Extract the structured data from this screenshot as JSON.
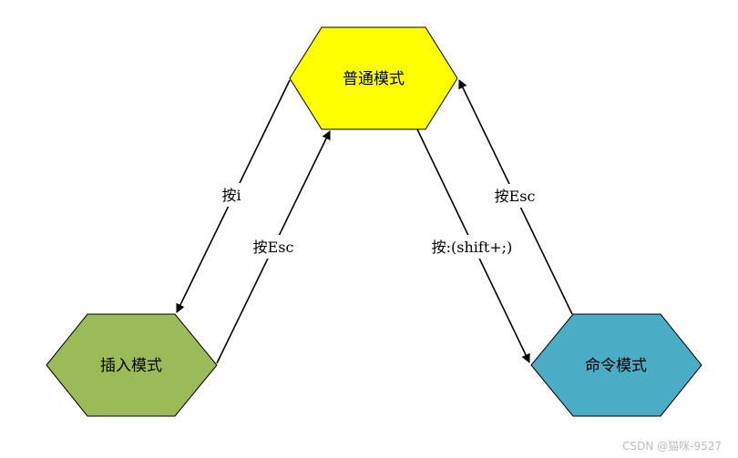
{
  "nodes": {
    "normal": {
      "label": "普通模式",
      "fill": "#ffff00"
    },
    "insert": {
      "label": "插入模式",
      "fill": "#9bbb59"
    },
    "command": {
      "label": "命令模式",
      "fill": "#4bacc6"
    }
  },
  "edges": {
    "normal_to_insert": {
      "label": "按i"
    },
    "insert_to_normal": {
      "label": "按Esc"
    },
    "normal_to_command": {
      "label": "按:(shift+;)"
    },
    "command_to_normal": {
      "label": "按Esc"
    }
  },
  "watermark": "CSDN @猫咪-9527",
  "colors": {
    "stroke": "#000000"
  }
}
